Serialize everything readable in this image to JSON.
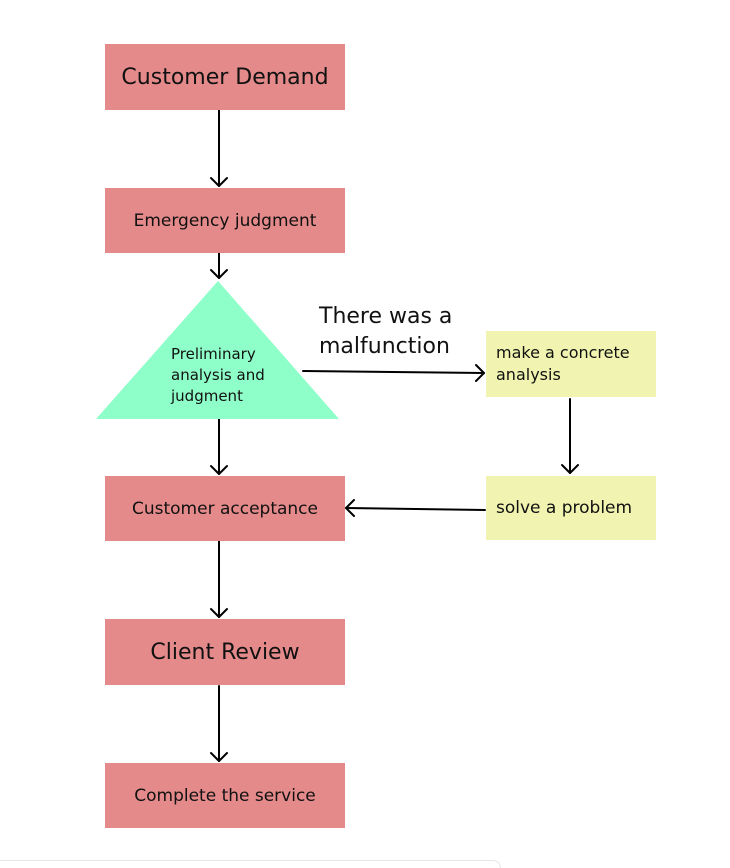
{
  "nodes": {
    "customer_demand": "Customer Demand",
    "emergency_judgment": "Emergency judgment",
    "preliminary_analysis": [
      "Preliminary",
      "analysis and",
      "judgment"
    ],
    "customer_acceptance": "Customer acceptance",
    "client_review": "Client Review",
    "complete_service": "Complete the service",
    "concrete_analysis": [
      "make a concrete",
      "analysis"
    ],
    "solve_problem": "solve a problem"
  },
  "edges": {
    "malfunction_label": [
      "There was a",
      "malfunction"
    ]
  },
  "colors": {
    "process_box": "#e48a8a",
    "decision_triangle": "#8effc8",
    "branch_box": "#f0f4b0",
    "arrow": "#000000"
  }
}
